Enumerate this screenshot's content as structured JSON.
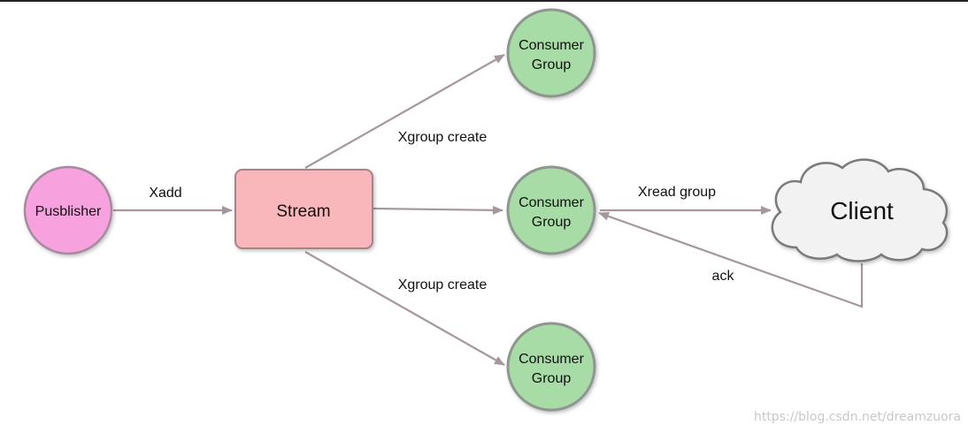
{
  "nodes": {
    "publisher": "Pusblisher",
    "stream": "Stream",
    "group_top": [
      "Consumer",
      "Group"
    ],
    "group_middle": [
      "Consumer",
      "Group"
    ],
    "group_bottom": [
      "Consumer",
      "Group"
    ],
    "client": "Client"
  },
  "edges": {
    "xadd": "Xadd",
    "create_top": "Xgroup create",
    "create_bottom": "Xgroup create",
    "read": "Xread group",
    "ack": "ack"
  },
  "watermark": "https://blog.csdn.net/dreamzuora",
  "colors": {
    "publisher_fill": "#f7a1df",
    "stream_fill": "#f9b7bc",
    "group_fill": "#a8dca6",
    "client_fill": "#f2f2f2",
    "arrow": "#a6979b"
  }
}
